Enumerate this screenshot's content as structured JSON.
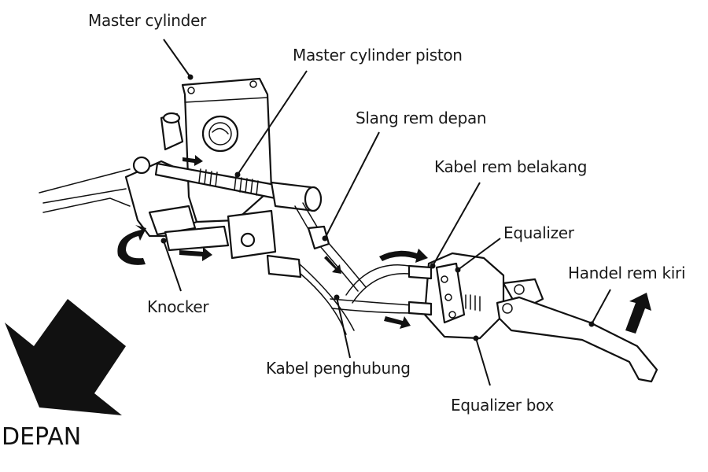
{
  "diagram": {
    "title": "Front brake master cylinder with equalizer (combi brake)",
    "labels": {
      "master_cylinder": "Master cylinder",
      "master_cylinder_piston": "Master cylinder piston",
      "slang_rem_depan": "Slang rem depan",
      "kabel_rem_belakang": "Kabel rem belakang",
      "equalizer": "Equalizer",
      "handel_rem_kiri": "Handel rem kiri",
      "knocker": "Knocker",
      "kabel_penghubung": "Kabel penghubung",
      "equalizer_box": "Equalizer box"
    },
    "direction": {
      "label": "DEPAN",
      "icon": "front-direction-arrow-icon"
    },
    "colors": {
      "line": "#111111",
      "background": "#ffffff"
    }
  }
}
